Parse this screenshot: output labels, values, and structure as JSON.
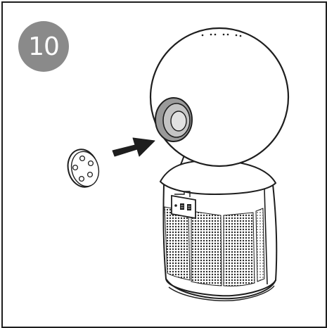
{
  "step": {
    "number": "10",
    "badge_color": "#8a8a8a"
  },
  "illustration": {
    "subject": "air-purifier",
    "part": "filter-cap",
    "action_icon": "insert-arrow-icon",
    "line_color": "#1e1e1e"
  }
}
